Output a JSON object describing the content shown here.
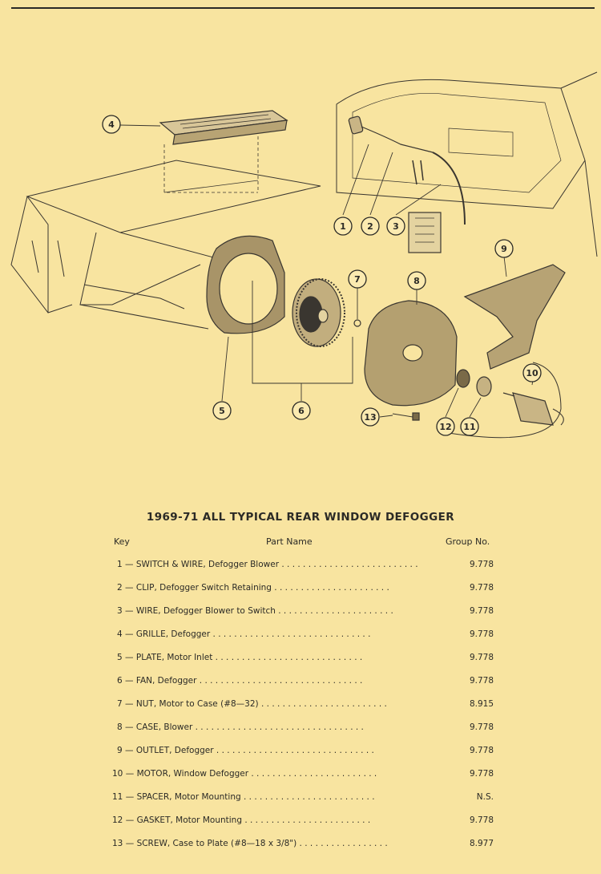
{
  "title": "1969-71 ALL TYPICAL REAR WINDOW DEFOGGER",
  "columns": {
    "key": "Key",
    "part_name": "Part Name",
    "group_no": "Group No."
  },
  "parts": [
    {
      "key": "1",
      "name": "SWITCH & WIRE, Defogger Blower",
      "group": "9.778"
    },
    {
      "key": "2",
      "name": "CLIP, Defogger Switch Retaining",
      "group": "9.778"
    },
    {
      "key": "3",
      "name": "WIRE, Defogger Blower to Switch",
      "group": "9.778"
    },
    {
      "key": "4",
      "name": "GRILLE, Defogger",
      "group": "9.778"
    },
    {
      "key": "5",
      "name": "PLATE, Motor Inlet",
      "group": "9.778"
    },
    {
      "key": "6",
      "name": "FAN, Defogger",
      "group": "9.778"
    },
    {
      "key": "7",
      "name": "NUT, Motor to Case (#8—32)",
      "group": "8.915"
    },
    {
      "key": "8",
      "name": "CASE, Blower",
      "group": "9.778"
    },
    {
      "key": "9",
      "name": "OUTLET, Defogger",
      "group": "9.778"
    },
    {
      "key": "10",
      "name": "MOTOR, Window Defogger",
      "group": "9.778"
    },
    {
      "key": "11",
      "name": "SPACER, Motor Mounting",
      "group": "N.S."
    },
    {
      "key": "12",
      "name": "GASKET, Motor Mounting",
      "group": "9.778"
    },
    {
      "key": "13",
      "name": "SCREW, Case to Plate (#8—18 x 3/8\")",
      "group": "8.977"
    }
  ],
  "callouts": [
    "1",
    "2",
    "3",
    "4",
    "5",
    "6",
    "7",
    "8",
    "9",
    "10",
    "11",
    "12",
    "13"
  ]
}
